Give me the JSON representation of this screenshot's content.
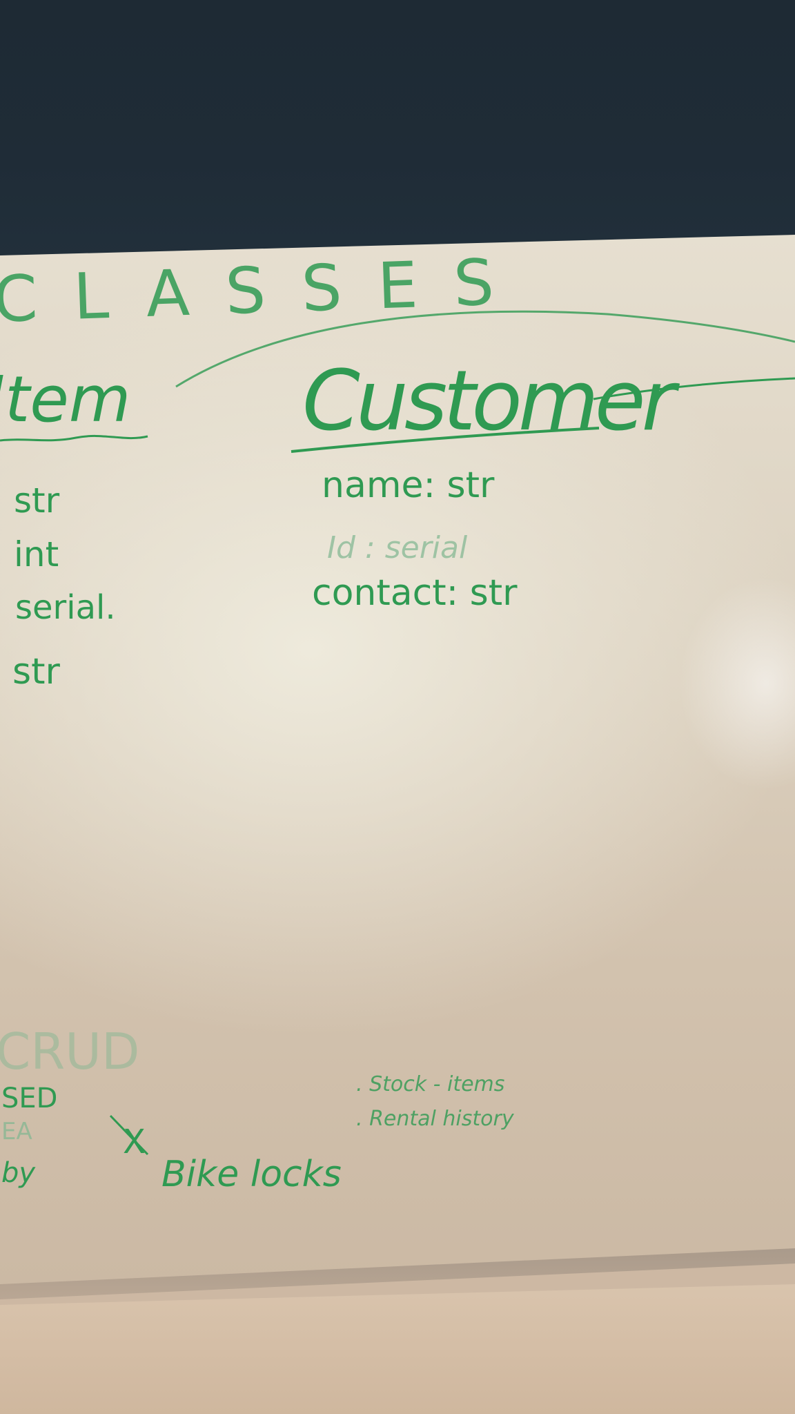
{
  "whiteboard": {
    "heading": "CLASSES",
    "ink_color": "#2f9a52",
    "left_class": {
      "title": "Item",
      "attributes": [
        "str",
        "int",
        "serial.",
        "str"
      ]
    },
    "customer_class": {
      "title": "Customer",
      "attributes": [
        "name: str",
        "Id : serial",
        "contact: str"
      ]
    },
    "crud_notes": [
      "CRUD",
      "SED",
      "EA",
      "by"
    ],
    "stock_notes": [
      ". Stock - items",
      ". Rental history"
    ],
    "bike_note": "Bike locks",
    "x_mark": "X"
  }
}
